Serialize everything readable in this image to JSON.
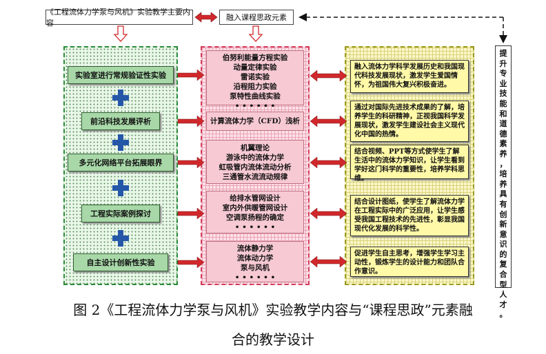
{
  "top": {
    "main_title": "《工程流体力学泵与风机》实验教学主要内容",
    "ideology_title": "融入课程思政元素"
  },
  "left_items": [
    "实验室进行常规验证性实验",
    "前沿科技发展评析",
    "多元化网络平台拓展眼界",
    "工程实际案例探讨",
    "自主设计创新性实验"
  ],
  "middle_groups": [
    [
      "伯努利能量方程实验",
      "动量定律实验",
      "雷诺实验",
      "沿程阻力实验",
      "泵特性曲线实验",
      "• • • • • •"
    ],
    [
      "计算流体力学（CFD）浅析"
    ],
    [
      "机翼理论",
      "游泳中的流体力学",
      "虹吸管内流体流动分析",
      "三通管水流流动规律"
    ],
    [
      "给排水管网设计",
      "室内外供暖管网设计",
      "空调泵扬程的确定",
      "• • • • • •"
    ],
    [
      "流体静力学",
      "流体动力学",
      "泵与风机",
      "• • • • • •"
    ]
  ],
  "right_items": [
    "融入流体力学科学发展历史和我国现代科技发展现状，激发学生爱国情怀，为祖国伟大复兴积极奋进。",
    "通过对国际先进技术成果的了解，培养学生的科研精神，正视我国科学发展现状，激发学生建设社会主义现代化中国的热情。",
    "结合视频、PPT等方式使学生了解生活中的流体力学知识，让学生看到学好这门科学的重要性，培养学科思维。",
    "结合设计图纸，使学生了解流体力学在工程实际中的广泛应用，让学生感受我国工程技术的先进性，彰显我国现代化发展的科学性。",
    "促进学生自主思考，增强学生学习主动性，锻炼学生的设计能力和团队合作意识。"
  ],
  "outcome_chars": [
    "提",
    "升",
    "专",
    "业",
    "技",
    "能",
    "和",
    "道",
    "德",
    "素",
    "养",
    "，",
    "培",
    "养",
    "具",
    "有",
    "创",
    "新",
    "意",
    "识",
    "的",
    "复",
    "合",
    "型",
    "人",
    "才",
    "。"
  ],
  "caption": {
    "line1": "图 2《工程流体力学泵与风机》实验教学内容与“课程思政”元素融",
    "line2": "合的教学设计"
  },
  "colors": {
    "green_panel": "#2b8a3a",
    "pink_panel": "#d63c5a",
    "yellow_panel": "#9a9a20",
    "arrow_red": "#d0282c",
    "plus_blue": "#2457a8"
  }
}
